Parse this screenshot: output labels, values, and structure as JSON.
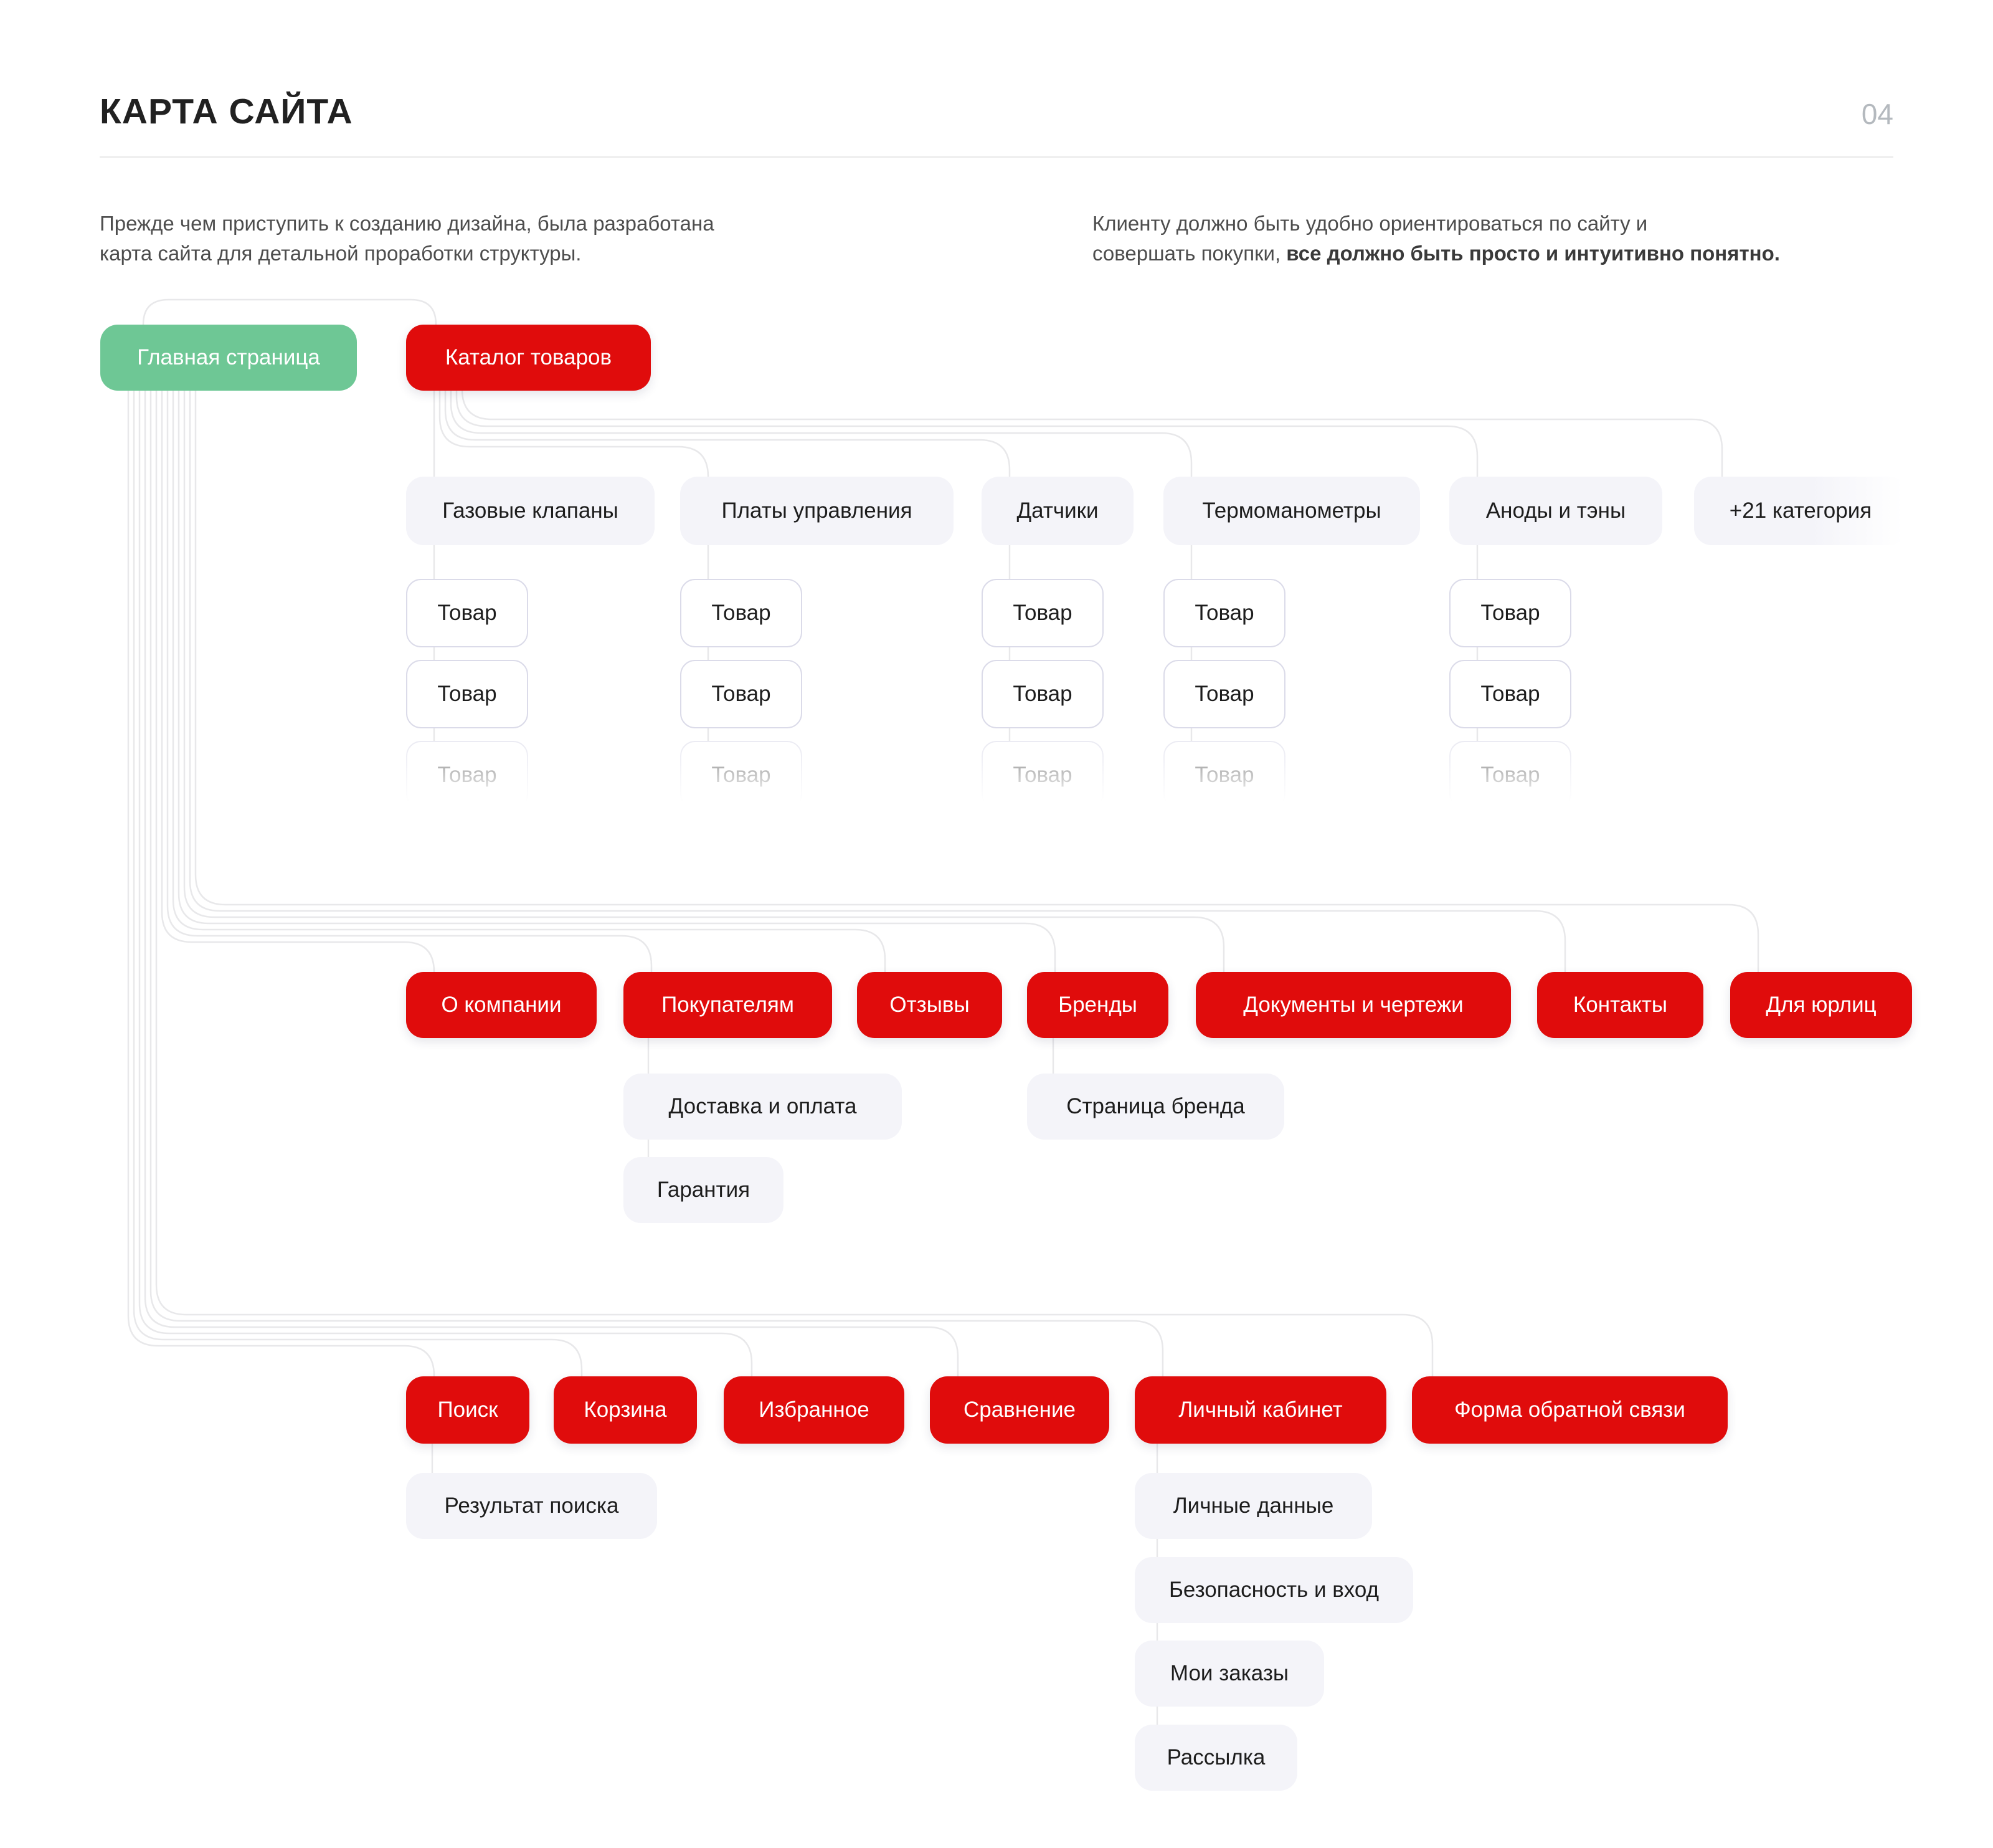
{
  "page": {
    "title": "КАРТА САЙТА",
    "page_number": "04",
    "intro_left": "Прежде чем приступить к созданию дизайна, была разработана\nкарта сайта для детальной проработки структуры.",
    "intro_right": "Клиенту должно быть удобно ориентироваться по сайту и\nсовершать покупки, ",
    "intro_right_bold": "все должно быть просто и интуитивно понятно."
  },
  "colors": {
    "accent_red": "#e00c0c",
    "accent_green": "#6ec795",
    "soft_node_bg": "#f4f4f9",
    "connector_line": "#e8e8ea"
  },
  "sitemap": {
    "root": "Главная страница",
    "catalog": "Каталог товаров",
    "categories": [
      "Газовые клапаны",
      "Платы управления",
      "Датчики",
      "Термоманометры",
      "Аноды и тэны",
      "+21 категория"
    ],
    "product": "Товар",
    "info_pages": [
      "О компании",
      "Покупателям",
      "Отзывы",
      "Бренды",
      "Документы и чертежи",
      "Контакты",
      "Для юрлиц"
    ],
    "buyers_sub": [
      "Доставка и оплата",
      "Гарантия"
    ],
    "brands_sub": [
      "Страница бренда"
    ],
    "service_pages": [
      "Поиск",
      "Корзина",
      "Избранное",
      "Сравнение",
      "Личный кабинет",
      "Форма обратной связи"
    ],
    "search_sub": [
      "Результат поиска"
    ],
    "account_sub": [
      "Личные данные",
      "Безопасность и вход",
      "Мои заказы",
      "Рассылка"
    ]
  }
}
